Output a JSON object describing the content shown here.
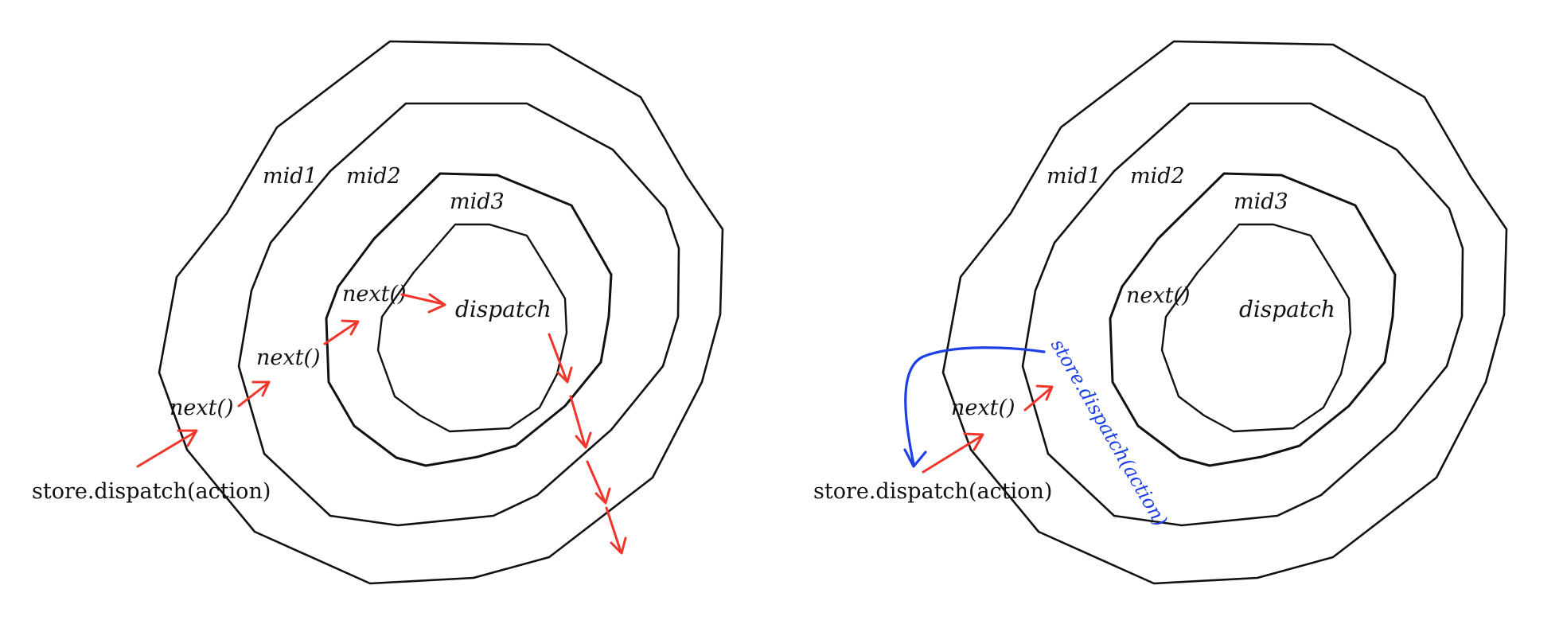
{
  "left_panel": {
    "ring_labels": {
      "mid1": "mid1",
      "mid2": "mid2",
      "mid3": "mid3"
    },
    "core_label": "dispatch",
    "next_labels": [
      "next()",
      "next()",
      "next()"
    ],
    "entry_label": "store.dispatch(action)"
  },
  "right_panel": {
    "ring_labels": {
      "mid1": "mid1",
      "mid2": "mid2",
      "mid3": "mid3"
    },
    "core_label": "dispatch",
    "next_labels": [
      "next()",
      "next()"
    ],
    "entry_label": "store.dispatch(action)",
    "redispatch_label": "store.dispatch(action)"
  },
  "colors": {
    "ring_stroke": "#111111",
    "flow_arrow": "#f0352b",
    "redispatch_arrow": "#1d3fe6"
  }
}
